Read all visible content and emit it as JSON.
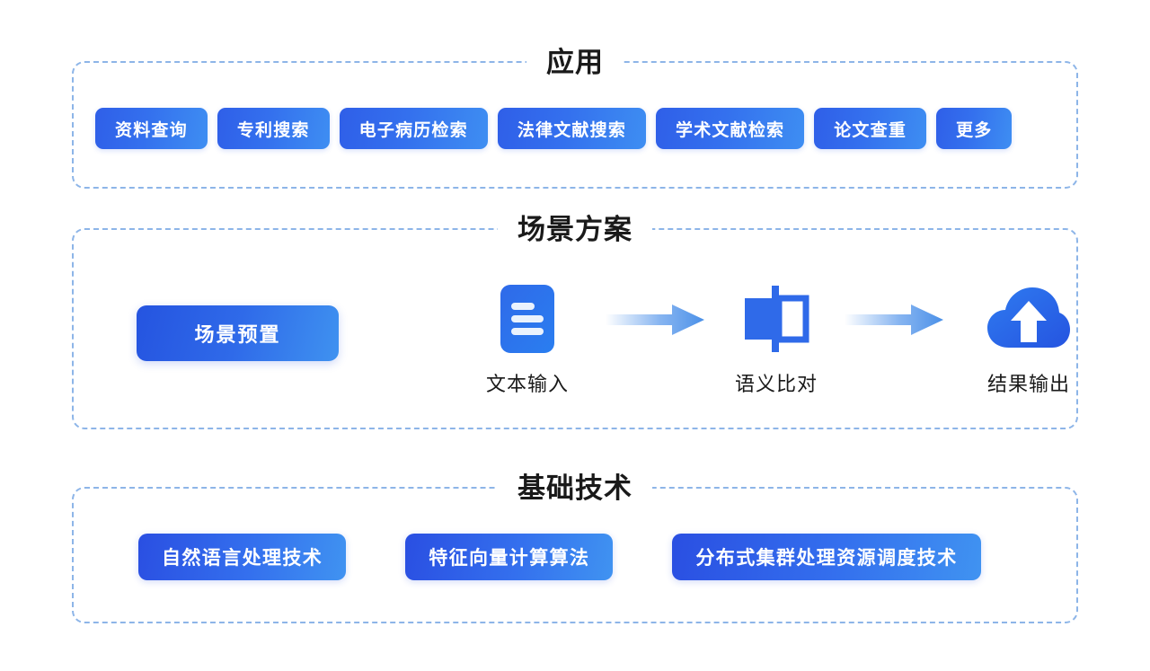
{
  "sections": [
    {
      "id": "apps",
      "title": "应用",
      "buttons": [
        {
          "label": "资料查询"
        },
        {
          "label": "专利搜索"
        },
        {
          "label": "电子病历检索"
        },
        {
          "label": "法律文献搜索"
        },
        {
          "label": "学术文献检索"
        },
        {
          "label": "论文查重"
        },
        {
          "label": "更多"
        }
      ]
    },
    {
      "id": "scenario",
      "title": "场景方案",
      "preset_button": {
        "label": "场景预置"
      },
      "steps": [
        {
          "label": "文本输入",
          "icon": "document-lines-icon"
        },
        {
          "label": "语义比对",
          "icon": "semantic-compare-icon"
        },
        {
          "label": "结果输出",
          "icon": "cloud-upload-icon"
        }
      ],
      "arrows": [
        {
          "icon": "arrow-right-icon"
        },
        {
          "icon": "arrow-right-icon"
        }
      ]
    },
    {
      "id": "tech",
      "title": "基础技术",
      "buttons": [
        {
          "label": "自然语言处理技术"
        },
        {
          "label": "特征向量计算算法"
        },
        {
          "label": "分布式集群处理资源调度技术"
        }
      ]
    }
  ],
  "colors": {
    "border_dashed": "#8db5e8",
    "gradient_start": "#2554e0",
    "gradient_end": "#4093f1",
    "icon_blue": "#2f6ae9",
    "text_dark": "#1a1a1a",
    "background": "#ffffff"
  }
}
